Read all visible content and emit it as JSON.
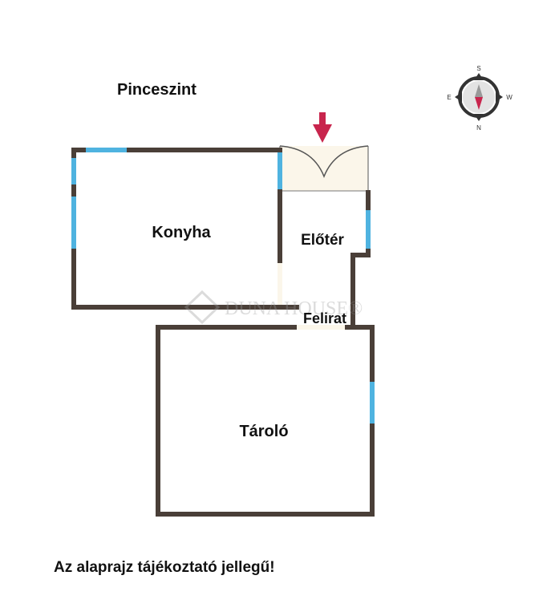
{
  "title": "Pinceszint",
  "rooms": {
    "kitchen": "Konyha",
    "hall": "Előtér",
    "storage": "Tároló"
  },
  "caption_label": "Felirat",
  "disclaimer": "Az alaprajz tájékoztató jellegű!",
  "watermark": "DUNA HOUSE®",
  "compass": {
    "top": "S",
    "left": "E",
    "right": "W",
    "bottom": "N"
  },
  "colors": {
    "wall": "#4a3f38",
    "window": "#4fb3e0",
    "door": "#fbf6ea",
    "arrow": "#c8254d"
  }
}
